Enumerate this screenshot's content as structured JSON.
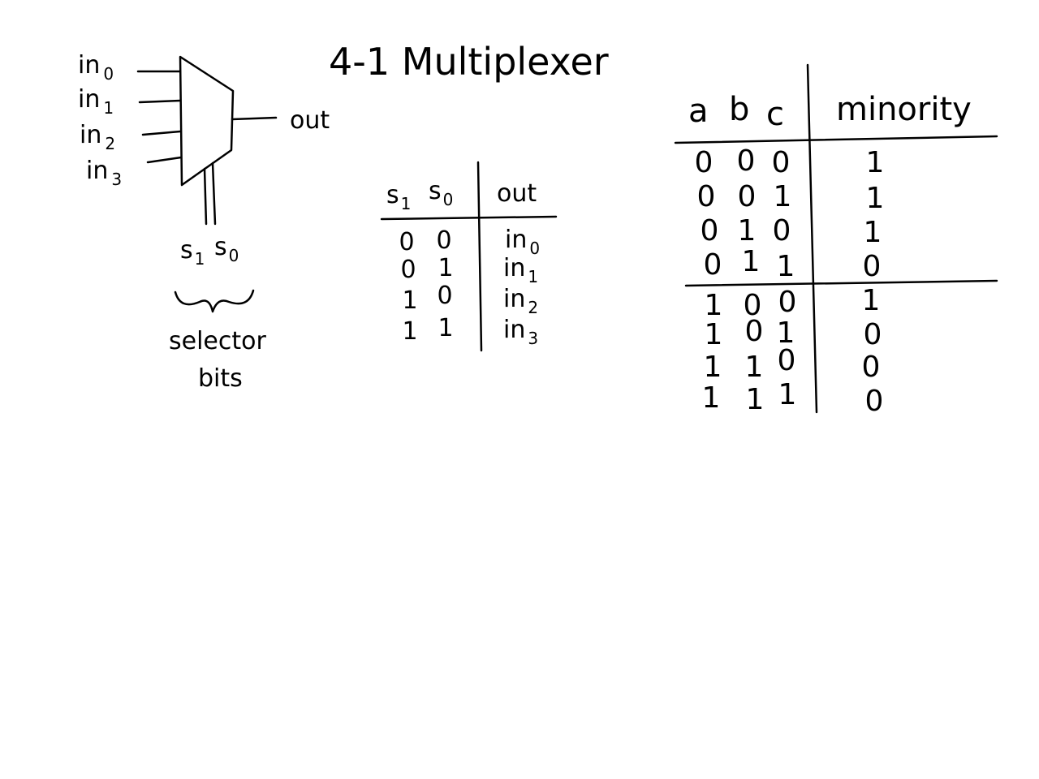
{
  "title": "4-1 Multiplexer",
  "mux": {
    "inputs": [
      {
        "base": "in",
        "sub": "0"
      },
      {
        "base": "in",
        "sub": "1"
      },
      {
        "base": "in",
        "sub": "2"
      },
      {
        "base": "in",
        "sub": "3"
      }
    ],
    "output": "out",
    "selectors": [
      {
        "base": "s",
        "sub": "1"
      },
      {
        "base": "s",
        "sub": "0"
      }
    ],
    "brace_label_line1": "selector",
    "brace_label_line2": "bits"
  },
  "mux_table": {
    "headers": {
      "s1": {
        "base": "s",
        "sub": "1"
      },
      "s0": {
        "base": "s",
        "sub": "0"
      },
      "out": "out"
    },
    "rows": [
      {
        "s1": "0",
        "s0": "0",
        "out_base": "in",
        "out_sub": "0"
      },
      {
        "s1": "0",
        "s0": "1",
        "out_base": "in",
        "out_sub": "1"
      },
      {
        "s1": "1",
        "s0": "0",
        "out_base": "in",
        "out_sub": "2"
      },
      {
        "s1": "1",
        "s0": "1",
        "out_base": "in",
        "out_sub": "3"
      }
    ]
  },
  "minority_table": {
    "headers": [
      "a",
      "b",
      "c",
      "minority"
    ],
    "rows": [
      [
        "0",
        "0",
        "0",
        "1"
      ],
      [
        "0",
        "0",
        "1",
        "1"
      ],
      [
        "0",
        "1",
        "0",
        "1"
      ],
      [
        "0",
        "1",
        "1",
        "0"
      ],
      [
        "1",
        "0",
        "0",
        "1"
      ],
      [
        "1",
        "0",
        "1",
        "0"
      ],
      [
        "1",
        "1",
        "0",
        "0"
      ],
      [
        "1",
        "1",
        "1",
        "0"
      ]
    ]
  }
}
